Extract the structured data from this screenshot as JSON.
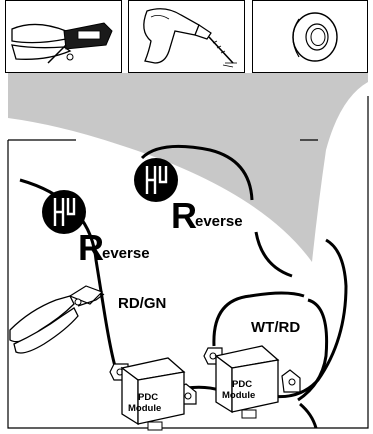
{
  "tools": [
    {
      "icon": "wire-stripper-icon"
    },
    {
      "icon": "drill-icon"
    },
    {
      "icon": "tape-roll-icon"
    }
  ],
  "badges": [
    {
      "icon": "reverse-gear-icon",
      "text_initial": "R",
      "text_rest": "everse"
    },
    {
      "icon": "reverse-gear-icon",
      "text_initial": "R",
      "text_rest": "everse"
    }
  ],
  "wires": [
    {
      "label": "RD/GN"
    },
    {
      "label": "WT/RD"
    }
  ],
  "modules": [
    {
      "line1": "PDC",
      "line2": "Module"
    },
    {
      "line1": "PDC",
      "line2": "Module"
    }
  ],
  "colors": {
    "shade": "#c8c8c8",
    "ink": "#000000",
    "paper": "#ffffff"
  }
}
